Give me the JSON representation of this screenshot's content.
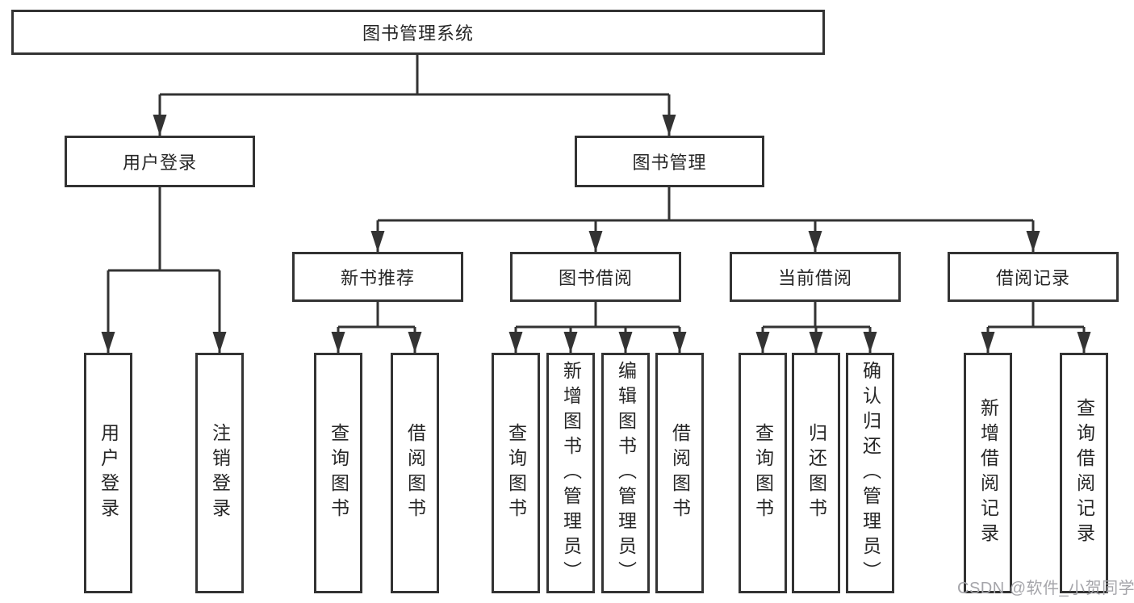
{
  "diagram": {
    "type": "hierarchy-tree",
    "watermark": "CSDN @软件_小贺同学",
    "colors": {
      "line": "#333333",
      "box_border": "#333333",
      "box_background": "#ffffff",
      "text": "#262626",
      "watermark_text": "#a5a5aa"
    }
  },
  "nodes": {
    "root": "图书管理系统",
    "level2": {
      "user_login": "用户登录",
      "book_management": "图书管理"
    },
    "level3": {
      "new_book": "新书推荐",
      "book_borrow": "图书借阅",
      "current_borrow": "当前借阅",
      "borrow_records": "借阅记录"
    },
    "leaves": {
      "user_login": "用户登录",
      "logout": "注销登录",
      "nb_query": "查询图书",
      "nb_borrow": "借阅图书",
      "bb_query": "查询图书",
      "bb_add": "新增图书（管理员）",
      "bb_edit": "编辑图书（管理员）",
      "bb_borrow": "借阅图书",
      "cb_query": "查询图书",
      "cb_return": "归还图书",
      "cb_confirm": "确认归还（管理员）",
      "br_add": "新增借阅记录",
      "br_query": "查询借阅记录"
    }
  }
}
